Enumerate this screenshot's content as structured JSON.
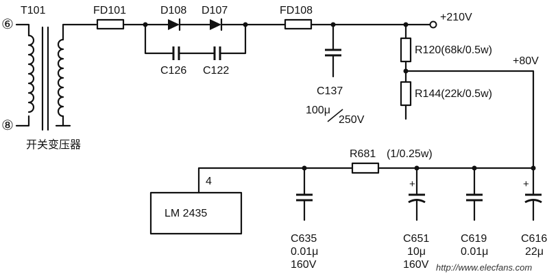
{
  "transformer": {
    "ref": "T101",
    "pin_top": "⑥",
    "pin_bottom": "⑧",
    "caption": "开关变压器"
  },
  "fuse1": "FD101",
  "fuse2": "FD108",
  "diode1": "D108",
  "diode2": "D107",
  "cap_c126": "C126",
  "cap_c122": "C122",
  "cap_c137": {
    "ref": "C137",
    "value_a": "100μ",
    "value_b": "250V"
  },
  "rail_210": "+210V",
  "rail_80": "+80V",
  "r120": "R120(68k/0.5w)",
  "r144": "R144(22k/0.5w)",
  "r681": {
    "ref": "R681",
    "rating": "(1/0.25w)"
  },
  "ic": {
    "name": "LM 2435",
    "pin": "4"
  },
  "caps_bottom": [
    {
      "ref": "C635",
      "value": "0.01μ",
      "voltage": "160V"
    },
    {
      "ref": "C651",
      "value": "10μ",
      "voltage": "160V"
    },
    {
      "ref": "C619",
      "value": "0.01μ",
      "voltage": ""
    },
    {
      "ref": "C616",
      "value": "22μ",
      "voltage": ""
    }
  ],
  "watermark": "http://www.elecfans.com"
}
